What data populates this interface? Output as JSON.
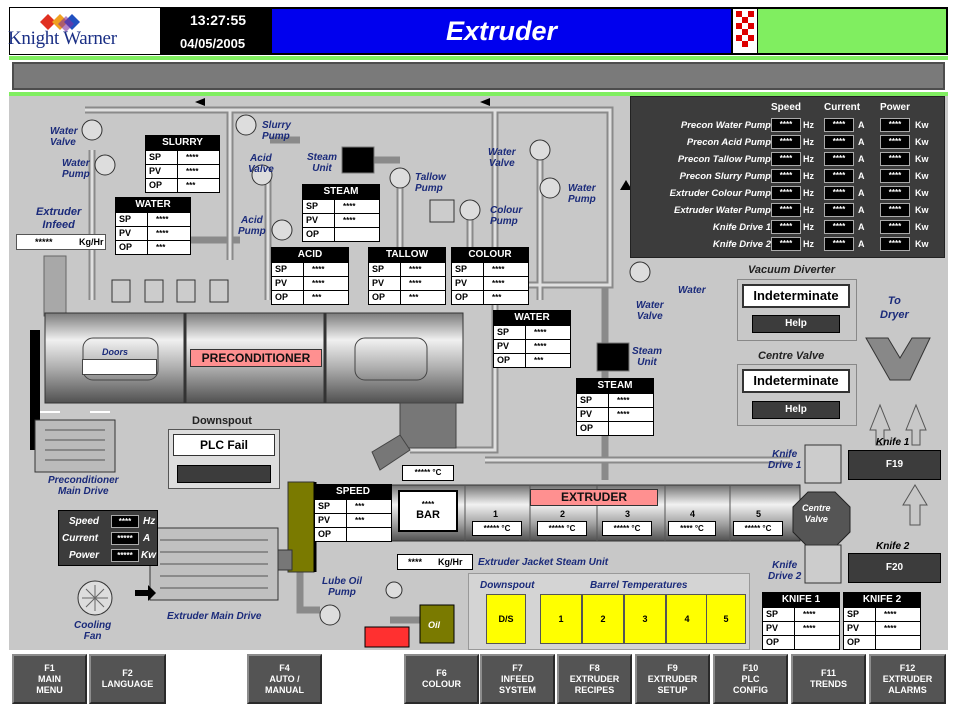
{
  "header": {
    "logo_text": "Knight Warner",
    "time": "13:27:55",
    "date": "04/05/2005",
    "title": "Extruder"
  },
  "pump_table": {
    "headers": [
      "Speed",
      "Current",
      "Power"
    ],
    "units": [
      "Hz",
      "A",
      "Kw"
    ],
    "rows": [
      {
        "name": "Precon Water Pump",
        "speed": "****",
        "current": "****",
        "power": "****"
      },
      {
        "name": "Precon Acid Pump",
        "speed": "****",
        "current": "****",
        "power": "****"
      },
      {
        "name": "Precon Tallow Pump",
        "speed": "****",
        "current": "****",
        "power": "****"
      },
      {
        "name": "Precon Slurry Pump",
        "speed": "****",
        "current": "****",
        "power": "****"
      },
      {
        "name": "Extruder Colour Pump",
        "speed": "****",
        "current": "****",
        "power": "****"
      },
      {
        "name": "Extruder Water Pump",
        "speed": "****",
        "current": "****",
        "power": "****"
      },
      {
        "name": "Knife Drive 1",
        "speed": "****",
        "current": "****",
        "power": "****"
      },
      {
        "name": "Knife Drive 2",
        "speed": "****",
        "current": "****",
        "power": "****"
      }
    ]
  },
  "control_tables": {
    "slurry": {
      "title": "SLURRY",
      "sp": "****",
      "pv": "****",
      "op": "***"
    },
    "water1": {
      "title": "WATER",
      "sp": "****",
      "pv": "****",
      "op": "***"
    },
    "steam1": {
      "title": "STEAM",
      "sp": "****",
      "pv": "****",
      "op": ""
    },
    "acid": {
      "title": "ACID",
      "sp": "****",
      "pv": "****",
      "op": "***"
    },
    "tallow": {
      "title": "TALLOW",
      "sp": "****",
      "pv": "****",
      "op": "***"
    },
    "colour": {
      "title": "COLOUR",
      "sp": "****",
      "pv": "****",
      "op": "***"
    },
    "water2": {
      "title": "WATER",
      "sp": "****",
      "pv": "****",
      "op": "***"
    },
    "steam2": {
      "title": "STEAM",
      "sp": "****",
      "pv": "****",
      "op": ""
    },
    "speed": {
      "title": "SPEED",
      "sp": "***",
      "pv": "***",
      "op": ""
    },
    "knife1": {
      "title": "KNIFE 1",
      "sp": "****",
      "pv": "****",
      "op": ""
    },
    "knife2": {
      "title": "KNIFE 2",
      "sp": "****",
      "pv": "****",
      "op": ""
    }
  },
  "row_keys": {
    "sp": "SP",
    "pv": "PV",
    "op": "OP"
  },
  "labels": {
    "water_valve_1": "Water\nValve",
    "water_pump_1": "Water\nPump",
    "slurry_pump": "Slurry\nPump",
    "acid_valve": "Acid\nValve",
    "acid_pump": "Acid\nPump",
    "steam_unit_1": "Steam\nUnit",
    "tallow_pump": "Tallow\nPump",
    "colour_pump": "Colour\nPump",
    "water_valve_2": "Water\nValve",
    "water_pump_2": "Water\nPump",
    "water_3": "Water",
    "water_valve_3": "Water\nValve",
    "extruder_infeed": "Extruder\nInfeed",
    "infeed_value": "*****",
    "infeed_unit": "Kg/Hr",
    "doors": "Doors",
    "preconditioner": "PRECONDITIONER",
    "downspout": "Downspout",
    "plc_fail": "PLC Fail",
    "precon_drive": "Preconditioner\nMain Drive",
    "steam_unit_2": "Steam\nUnit",
    "temp_top": "***** °C",
    "bar_value": "****",
    "bar_unit": "BAR",
    "extruder": "EXTRUDER",
    "jacket_value": "****",
    "jacket_unit": "Kg/Hr",
    "jacket_label": "Extruder Jacket Steam Unit",
    "lube_oil": "Lube Oil\nPump",
    "oil": "Oil",
    "cooling_fan": "Cooling\nFan",
    "extruder_main_drive": "Extruder Main Drive",
    "vacuum_diverter": "Vacuum Diverter",
    "indeterminate_1": "Indeterminate",
    "help_1": "Help",
    "centre_valve_title": "Centre Valve",
    "indeterminate_2": "Indeterminate",
    "help_2": "Help",
    "to_dryer": "To\nDryer",
    "knife1_title": "Knife 1",
    "knife1_drive": "Knife\nDrive 1",
    "knife1_btn": "F19",
    "knife2_title": "Knife 2",
    "knife2_drive": "Knife\nDrive 2",
    "knife2_btn": "F20",
    "centre_valve": "Centre\nValve",
    "downspout2": "Downspout",
    "barrel_temps": "Barrel Temperatures"
  },
  "main_drive": {
    "speed_label": "Speed",
    "speed_value": "****",
    "speed_unit": "Hz",
    "current_label": "Current",
    "current_value": "*****",
    "current_unit": "A",
    "power_label": "Power",
    "power_value": "*****",
    "power_unit": "Kw"
  },
  "barrel_zones": [
    {
      "num": "1",
      "temp": "***** °C"
    },
    {
      "num": "2",
      "temp": "***** °C"
    },
    {
      "num": "3",
      "temp": "***** °C"
    },
    {
      "num": "4",
      "temp": "**** °C"
    },
    {
      "num": "5",
      "temp": "***** °C"
    }
  ],
  "barrel_buttons": [
    "D/S",
    "1",
    "2",
    "3",
    "4",
    "5"
  ],
  "fkeys": [
    {
      "code": "F1",
      "label": "MAIN\nMENU"
    },
    {
      "code": "F2",
      "label": "LANGUAGE"
    },
    {
      "code": "F4",
      "label": "AUTO /\nMANUAL"
    },
    {
      "code": "F6",
      "label": "COLOUR"
    },
    {
      "code": "F7",
      "label": "INFEED\nSYSTEM"
    },
    {
      "code": "F8",
      "label": "EXTRUDER\nRECIPES"
    },
    {
      "code": "F9",
      "label": "EXTRUDER\nSETUP"
    },
    {
      "code": "F10",
      "label": "PLC\nCONFIG"
    },
    {
      "code": "F11",
      "label": "TRENDS"
    },
    {
      "code": "F12",
      "label": "EXTRUDER\nALARMS"
    }
  ]
}
